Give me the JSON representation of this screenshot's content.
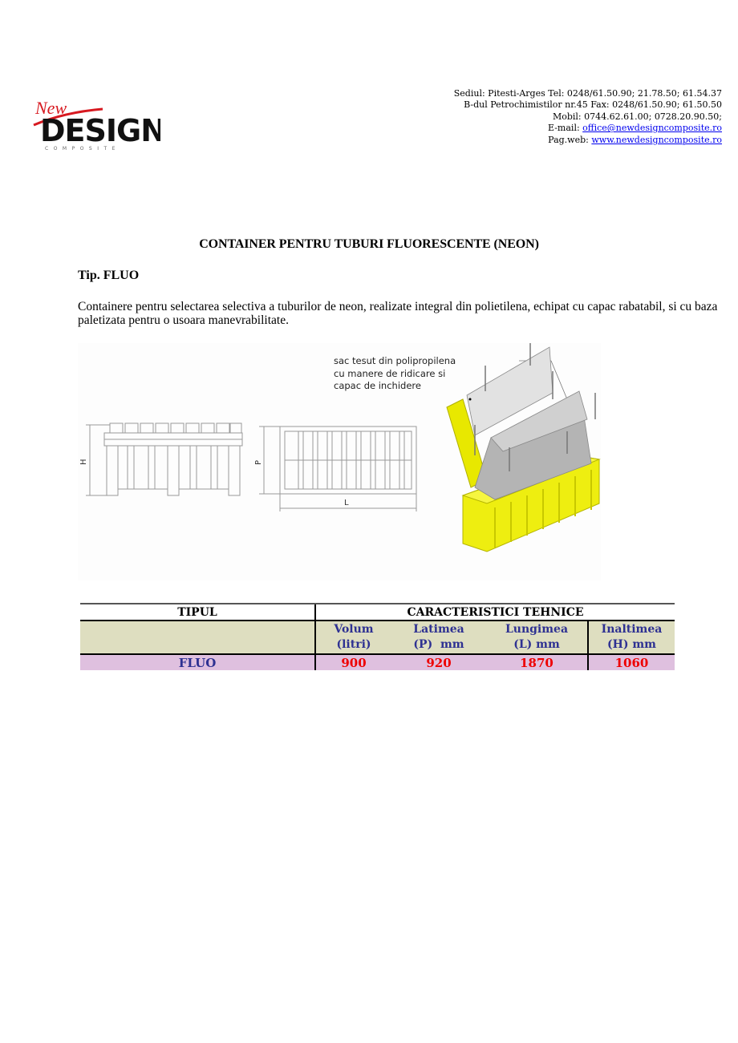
{
  "header": {
    "logo": {
      "top_word": "New",
      "main_word": "DESIGN",
      "sub_word": "COMPOSITE",
      "accent_color": "#d71920"
    },
    "contact": {
      "line1": "Sediul: Pitesti-Arges   Tel:  0248/61.50.90; 21.78.50; 61.54.37",
      "line2": "B-dul Petrochimistilor nr.45  Fax: 0248/61.50.90; 61.50.50",
      "line3": "Mobil: 0744.62.61.00; 0728.20.90.50;",
      "email_label": "E-mail: ",
      "email": "office@newdesigncomposite.ro",
      "web_label": "Pag.web: ",
      "web": "www.newdesigncomposite.ro"
    }
  },
  "document": {
    "title": "CONTAINER PENTRU TUBURI FLUORESCENTE (NEON)",
    "type_label": "Tip. FLUO",
    "description": "Containere pentru selectarea selectiva a tuburilor de neon, realizate integral din polietilena, echipat cu capac rabatabil, si cu baza paletizata pentru o usoara manevrabilitate."
  },
  "figure": {
    "callout": [
      "sac tesut din polipropilena",
      "cu manere de ridicare si",
      "capac de inchidere"
    ],
    "dim_h": "H",
    "dim_p": "P",
    "dim_l": "L",
    "container_color": "#f2f200"
  },
  "spec_table": {
    "col_type": "TIPUL",
    "col_group": "CARACTERISTICI TEHNICE",
    "sub_headers": [
      {
        "l1": "Volum",
        "l2": "(litri)"
      },
      {
        "l1": "Latimea",
        "l2": "(P)  mm"
      },
      {
        "l1": "Lungimea",
        "l2": "(L) mm"
      },
      {
        "l1": "Inaltimea",
        "l2": "(H) mm"
      }
    ],
    "rows": [
      {
        "name": "FLUO",
        "volum": "900",
        "latimea": "920",
        "lungimea": "1870",
        "inaltimea": "1060"
      }
    ]
  }
}
